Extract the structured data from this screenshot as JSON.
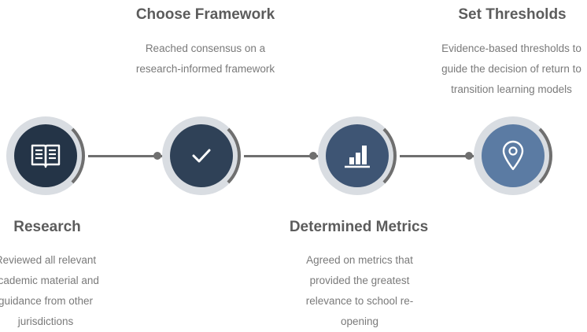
{
  "steps": [
    {
      "title": "Research",
      "description": "Reviewed all relevant academic material and guidance from other jurisdictions",
      "icon": "book-icon",
      "color": "#243447"
    },
    {
      "title": "Choose Framework",
      "description": "Reached consensus on a research-informed framework",
      "icon": "checkmark-icon",
      "color": "#2f4157"
    },
    {
      "title": "Determined Metrics",
      "description": "Agreed on metrics that provided the greatest relevance to school re-opening",
      "icon": "bar-chart-icon",
      "color": "#3e5574"
    },
    {
      "title": "Set Thresholds",
      "description": "Evidence-based thresholds to guide the decision of return to transition learning models",
      "icon": "location-pin-icon",
      "color": "#5b7ba3"
    }
  ],
  "colors": {
    "connector": "#6f6f6f",
    "ring": "#d9dde2",
    "heading": "#5c5c5c",
    "text": "#7a7a7a"
  }
}
